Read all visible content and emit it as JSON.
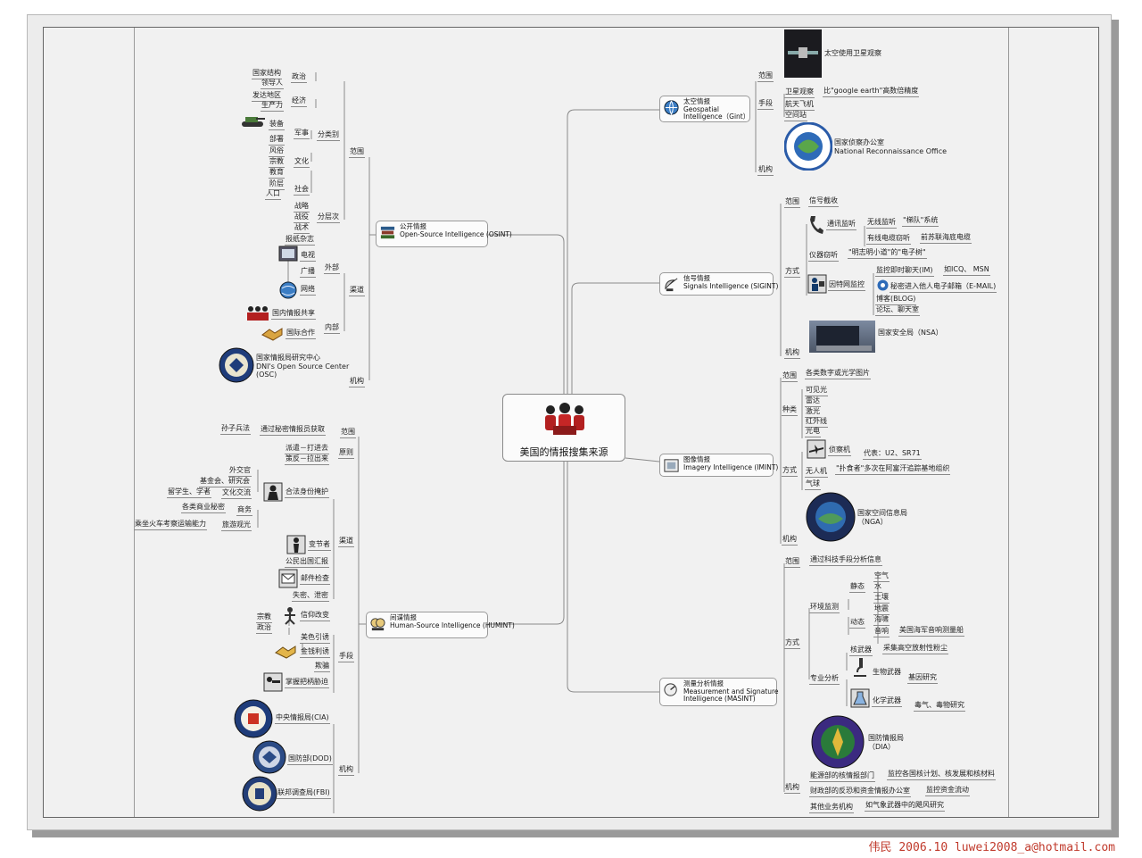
{
  "center": {
    "title": "美国的情报搜集来源"
  },
  "credit": "伟民 2006.10  luwei2008_a@hotmail.com",
  "osint": {
    "cn": "公开情报",
    "en": "Open-Source Intelligence (OSINT)",
    "scope": "范围",
    "classify": "分类别",
    "politics": "政治",
    "state_structure": "国家结构",
    "leaders": "领导人",
    "economy": "经济",
    "developed": "发达地区",
    "productivity": "生产力",
    "military": "军事",
    "equipment": "装备",
    "deployment": "部署",
    "culture": "文化",
    "customs": "风俗",
    "religion": "宗教",
    "education": "教育",
    "society": "社会",
    "class": "阶层",
    "population": "人口",
    "levels": "分层次",
    "strategic": "战略",
    "campaign": "战役",
    "tactical": "战术",
    "channel": "渠道",
    "external": "外部",
    "press": "报纸杂志",
    "tv": "电视",
    "broadcast": "广播",
    "internet": "网络",
    "internal": "内部",
    "domestic_share": "国内情报共享",
    "intl_coop": "国际合作",
    "org": "机构",
    "osc_cn": "国家情报局研究中心",
    "osc_en": "DNI's Open Source Center",
    "osc_abbr": "(OSC)"
  },
  "humint": {
    "cn": "间谍情报",
    "en": "Human-Source Intelligence (HUMINT)",
    "scope": "范围",
    "sunzi": "孙子兵法",
    "scope_desc": "通过秘密情报员获取",
    "principle": "原则",
    "pr1": "派遣－打进去",
    "pr2": "策反－拉出来",
    "channel": "渠道",
    "diplomat": "外交官",
    "foundation": "基金会、研究会",
    "students": "留学生、学者",
    "cultural": "文化交流",
    "legal_cover": "合法身份掩护",
    "commercial_secret": "各类商业秘密",
    "business": "商务",
    "train": "乘坐火车考察运输能力",
    "tourism": "旅游观光",
    "defector": "变节者",
    "citizen_report": "公民出国汇报",
    "mail_check": "邮件检查",
    "leak": "失密、泄密",
    "means": "手段",
    "religion": "宗教",
    "politics": "政治",
    "belief_change": "信仰改变",
    "honeytrap": "美色引诱",
    "bribery": "金钱利诱",
    "deceit": "欺骗",
    "blackmail": "掌握把柄胁迫",
    "org": "机构",
    "cia": "中央情报局(CIA)",
    "dod": "国防部(DOD)",
    "fbi": "联邦调查局(FBI)"
  },
  "gint": {
    "cn": "太空情报",
    "en1": "Geospatial",
    "en2": "Intelligence（Gint）",
    "scope": "范围",
    "satellite_obs": "太空使用卫星观察",
    "means": "手段",
    "sat_obs": "卫星观察",
    "sat_desc": "比\"google earth\"高数倍精度",
    "shuttle": "航天飞机",
    "station": "空间站",
    "org": "机构",
    "nro_cn": "国家侦察办公室",
    "nro_en": "National Reconnaissance Office"
  },
  "sigint": {
    "cn": "信号情报",
    "en": "Signals Intelligence (SIGINT)",
    "scope": "范围",
    "intercept": "信号截收",
    "method": "方式",
    "comm": "通讯监听",
    "wireless": "无线监听",
    "echelon": "\"梯队\"系统",
    "cable": "有线电缆窃听",
    "undersea": "前苏联海底电缆",
    "instrument": "仪器窃听",
    "bugs": "\"明志明小道\"的\"电子树\"",
    "net_monitor": "因特网监控",
    "im": "监控即时聊天(IM)",
    "im_tools": "如ICQ、 MSN",
    "email": "秘密进入他人电子邮箱（E-MAIL)",
    "blog": "博客(BLOG)",
    "forum": "论坛、聊天室",
    "org": "机构",
    "nsa": "国家安全局（NSA）"
  },
  "imint": {
    "cn": "图像情报",
    "en": "Imagery Intelligence (IMINT)",
    "scope": "范围",
    "scope_desc": "各类数字或光学图片",
    "types": "种类",
    "visible": "可见光",
    "radar": "雷达",
    "laser": "激光",
    "infrared": "红外线",
    "optical": "光电",
    "method": "方式",
    "recon": "侦察机",
    "recon_rep": "代表：U2、SR71",
    "uav": "无人机",
    "predator": "\"扑食者\"多次在阿富汗追踪基地组织",
    "balloon": "气球",
    "org": "机构",
    "nga_cn": "国家空间信息局",
    "nga_abbr": "（NGA）"
  },
  "masint": {
    "cn": "测量分析情报",
    "en1": "Measurement and Signature",
    "en2": "Intelligence (MASINT)",
    "scope": "范围",
    "scope_desc": "通过科技手段分析信息",
    "method": "方式",
    "env": "环境监测",
    "static": "静态",
    "air": "空气",
    "water": "水",
    "soil": "土壤",
    "dynamic": "动态",
    "seismic": "地震",
    "tsunami": "海啸",
    "sound": "音响",
    "sonar": "美国海军音响测量船",
    "specialized": "专业分析",
    "nuclear": "核武器",
    "nuclear_desc": "采集高空放射性粉尘",
    "bio": "生物武器",
    "gene": "基因研究",
    "chem": "化学武器",
    "toxic": "毒气、毒物研究",
    "dia_cn": "国防情报局",
    "dia_abbr": "（DIA）",
    "org": "机构",
    "energy": "能源部的核情报部门",
    "energy_desc": "监控各国核计划、核发展和核材料",
    "treasury": "财政部的反恐和资金情报办公室",
    "treasury_desc": "监控资金流动",
    "others": "其他业务机构",
    "others_desc": "如气象武器中的飓风研究"
  },
  "colors": {
    "line": "#8a8a8a",
    "canvas": "#f1f1f1",
    "credit": "#c0392b",
    "seal_blue": "#1f3c7a"
  }
}
